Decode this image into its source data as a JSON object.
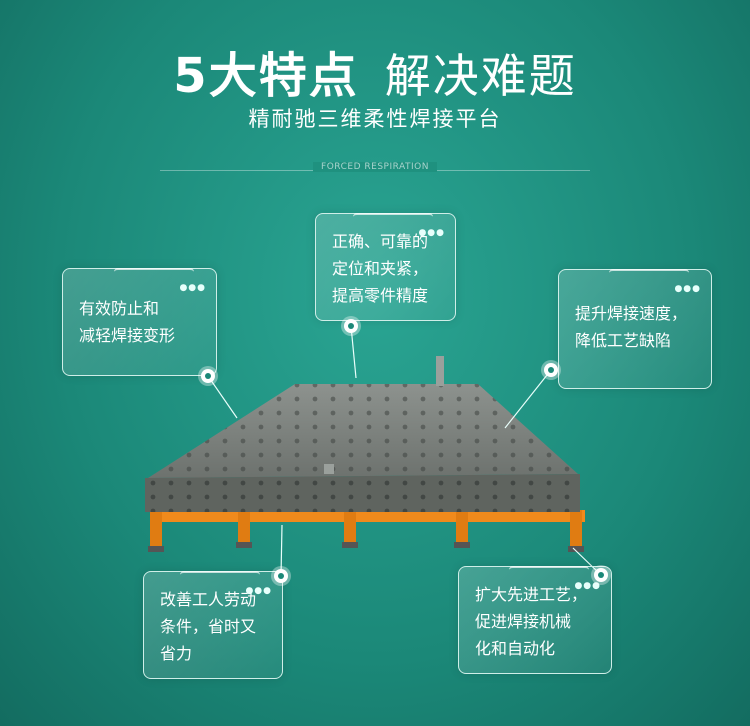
{
  "header": {
    "title_bold": "5大特点",
    "title_light": "解决难题",
    "subtitle": "精耐驰三维柔性焊接平台",
    "divider_caption": "FORCED RESPIRATION"
  },
  "callouts": {
    "top_center": {
      "lines": [
        "正确、可靠的",
        "定位和夹紧，",
        "提高零件精度"
      ]
    },
    "left_upper": {
      "lines": [
        "有效防止和",
        "减轻焊接变形"
      ]
    },
    "right_upper": {
      "lines": [
        "提升焊接速度，",
        "降低工艺缺陷"
      ]
    },
    "left_lower": {
      "lines": [
        "改善工人劳动",
        "条件，省时又",
        "省力"
      ]
    },
    "right_lower": {
      "lines": [
        "扩大先进工艺，",
        "促进焊接机械",
        "化和自动化"
      ]
    }
  },
  "colors": {
    "background": "#1b8878",
    "platform_top": "#7c817d",
    "platform_side": "#5f645f",
    "stand": "#f08a1c",
    "callout_border": "#cfeee8"
  },
  "icons": {
    "callout_marker": "ring-marker-icon",
    "callout_decor": "dots-decor-icon"
  }
}
